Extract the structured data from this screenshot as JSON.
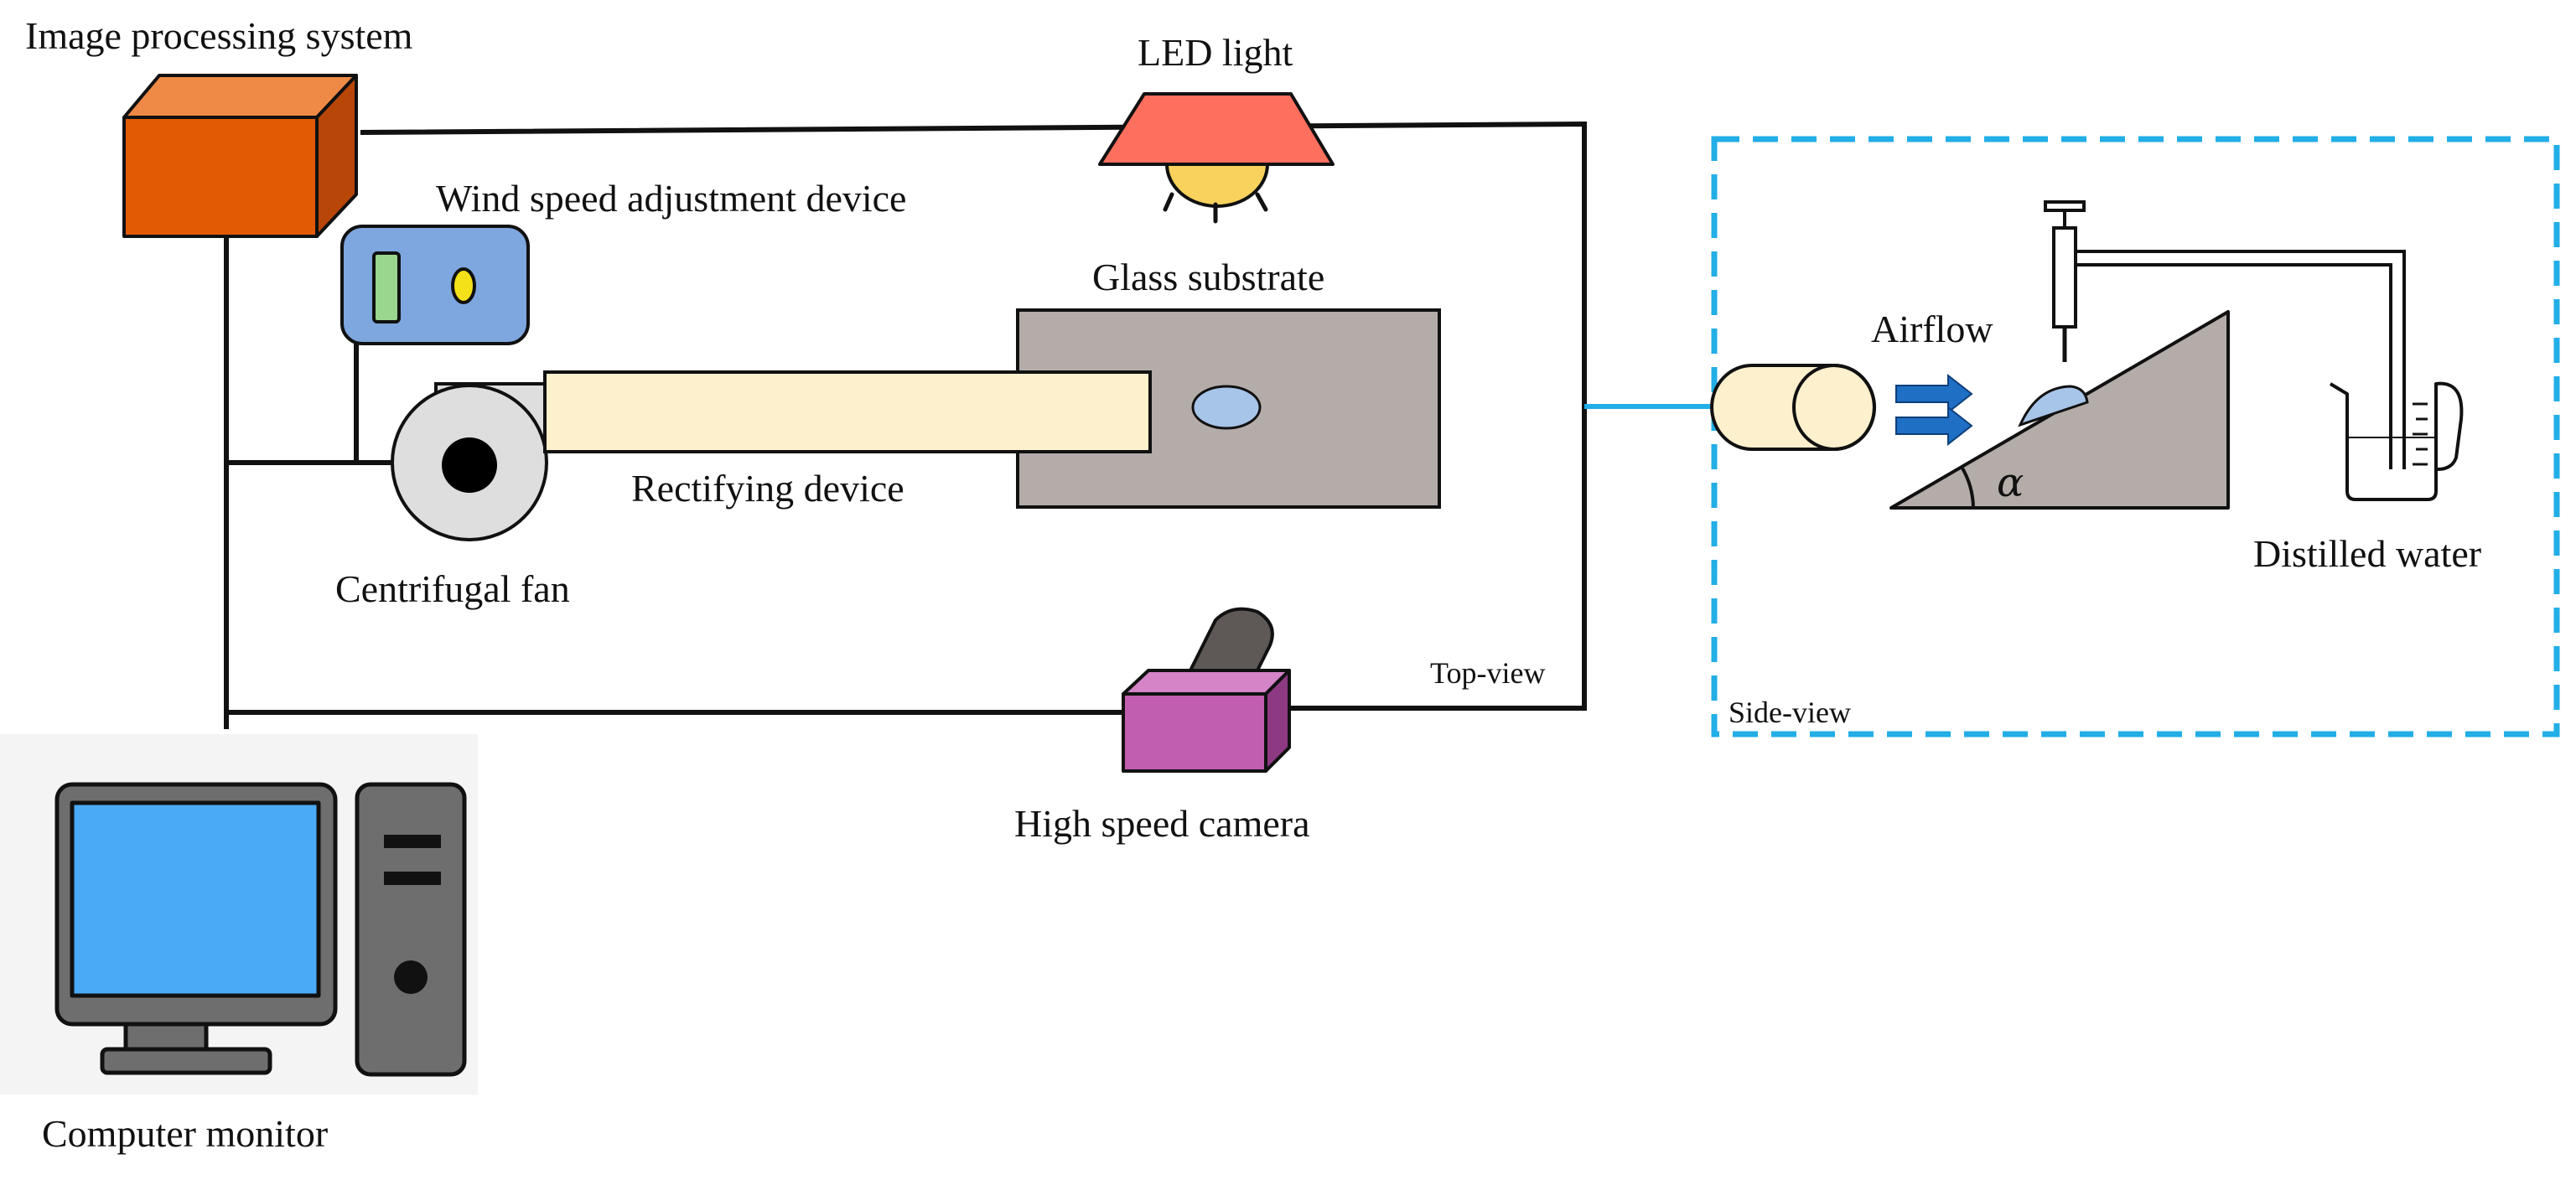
{
  "labels": {
    "image_processing_system": "Image processing system",
    "led_light": "LED light",
    "wind_speed_adjustment_device": "Wind speed adjustment device",
    "glass_substrate": "Glass substrate",
    "rectifying_device": "Rectifying device",
    "centrifugal_fan": "Centrifugal fan",
    "high_speed_camera": "High speed camera",
    "computer_monitor": "Computer monitor",
    "top_view": "Top-view",
    "side_view": "Side-view",
    "airflow": "Airflow",
    "distilled_water": "Distilled water",
    "alpha": "α"
  },
  "colors": {
    "line": "#111111",
    "side_view_frame": "#22aee6",
    "image_processing_front": "#e35a05",
    "image_processing_top": "#ee8a45",
    "image_processing_side": "#b84608",
    "led_shade": "#ff6f5e",
    "led_bulb": "#f8d25c",
    "wind_device_body": "#7ea6df",
    "wind_device_slot": "#9ad68e",
    "wind_device_knob": "#f5e11a",
    "glass_substrate": "#b3aca9",
    "droplet": "#a7c4e9",
    "rectifier": "#fdf0cd",
    "fan_housing": "#dedede",
    "camera_body": "#c25eb0",
    "camera_top": "#d584c7",
    "camera_side": "#8e3a83",
    "camera_lens": "#5e5956",
    "monitor_bezel": "#6e6e6e",
    "monitor_screen": "#4baaf5",
    "computer_panel": "#f4f4f4",
    "airflow_arrow": "#1f6fc4"
  }
}
